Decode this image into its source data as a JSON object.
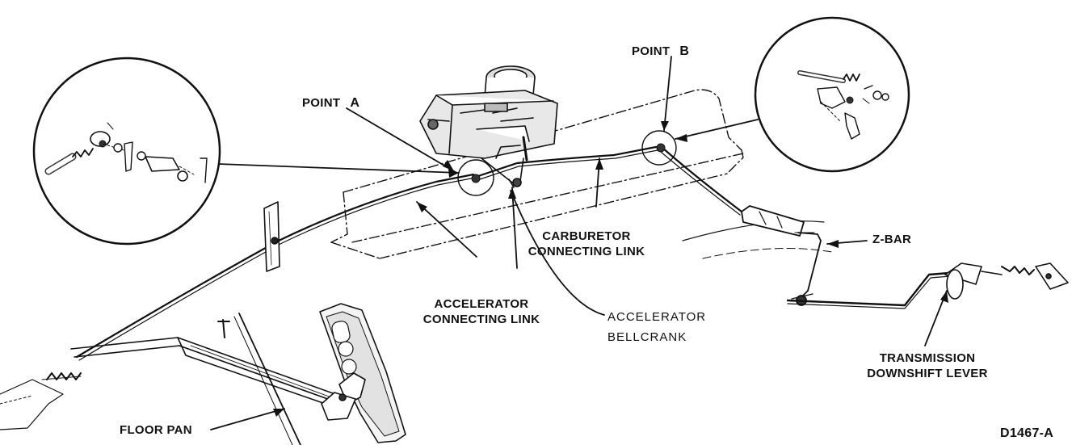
{
  "labels": {
    "point_a": {
      "word": "POINT",
      "letter": "A"
    },
    "point_b": {
      "word": "POINT",
      "letter": "B"
    },
    "carburetor_link": [
      "CARBURETOR",
      "CONNECTING LINK"
    ],
    "z_bar": "Z-BAR",
    "accelerator_link": [
      "ACCELERATOR",
      "CONNECTING LINK"
    ],
    "accelerator_bellcrank": [
      "ACCELERATOR",
      "BELLCRANK"
    ],
    "transmission_lever": [
      "TRANSMISSION",
      "DOWNSHIFT LEVER"
    ],
    "floor_pan": "FLOOR PAN",
    "figure_code": "D1467-A"
  },
  "colors": {
    "ink": "#111111",
    "background": "#ffffff"
  }
}
